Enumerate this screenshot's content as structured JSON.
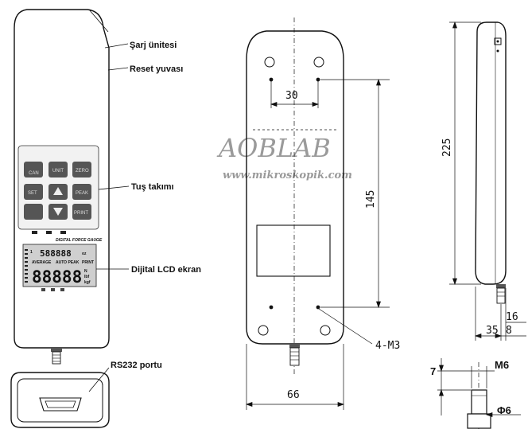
{
  "callouts": {
    "charge_unit": "Şarj ünitesi",
    "reset_port": "Reset yuvası",
    "keypad": "Tuş takımı",
    "lcd_screen": "Dijital LCD ekran",
    "rs232": "RS232 portu"
  },
  "keypad": {
    "keys": [
      "UNIT",
      "ZERO",
      "SET",
      "PEAK",
      "PRINT"
    ],
    "power_glyph": "CAN",
    "panel_title": "DIGITAL FORCE GAUGE"
  },
  "lcd": {
    "top_digits": "588888",
    "top_unit": "oz",
    "mode_left": "AVERAGE",
    "mode_mid": "AUTO PEAK",
    "mode_right": "PRINT",
    "big_digits": "88888",
    "units": [
      "N",
      "lbf",
      "kgf"
    ],
    "marker": "1"
  },
  "dimensions": {
    "hole_spacing": "30",
    "length_145": "145",
    "height_225": "225",
    "width_66": "66",
    "thread_holes": "4-M3",
    "side_35": "35",
    "side_8": "8",
    "side_16": "16",
    "thread_len": "7",
    "thread_size": "M6",
    "shaft_dia": "Φ6"
  },
  "watermark": {
    "brand": "AOBLAB",
    "url": "www.mikroskopik.com"
  }
}
